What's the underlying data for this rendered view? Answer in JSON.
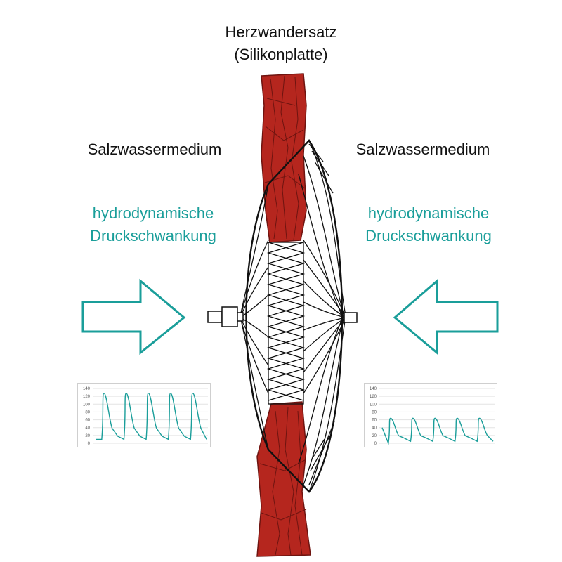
{
  "title_line1": "Herzwandersatz",
  "title_line2": "(Silikonplatte)",
  "left": {
    "medium": "Salzwassermedium",
    "pressure_line1": "hydrodynamische",
    "pressure_line2": "Druckschwankung"
  },
  "right": {
    "medium": "Salzwassermedium",
    "pressure_line1": "hydrodynamische",
    "pressure_line2": "Druckschwankung"
  },
  "colors": {
    "accent": "#1a9e9a",
    "tissue": "#b5261e",
    "tissue_line": "#6e1410",
    "stent": "#111111"
  },
  "chart_data": [
    {
      "type": "line",
      "yticks": [
        "0",
        "20",
        "40",
        "60",
        "80",
        "100",
        "120",
        "140"
      ],
      "ylim": [
        0,
        140
      ],
      "grid": true,
      "series": [
        {
          "peaks": [
            128,
            128,
            128,
            128,
            128
          ],
          "troughs": [
            10,
            10,
            10,
            10,
            10
          ]
        }
      ]
    },
    {
      "type": "line",
      "yticks": [
        "0",
        "20",
        "40",
        "60",
        "80",
        "100",
        "120",
        "140"
      ],
      "ylim": [
        0,
        140
      ],
      "grid": true,
      "series": [
        {
          "peaks": [
            64,
            64,
            64,
            64,
            64
          ],
          "troughs": [
            0,
            5,
            5,
            5,
            5
          ]
        }
      ]
    }
  ]
}
